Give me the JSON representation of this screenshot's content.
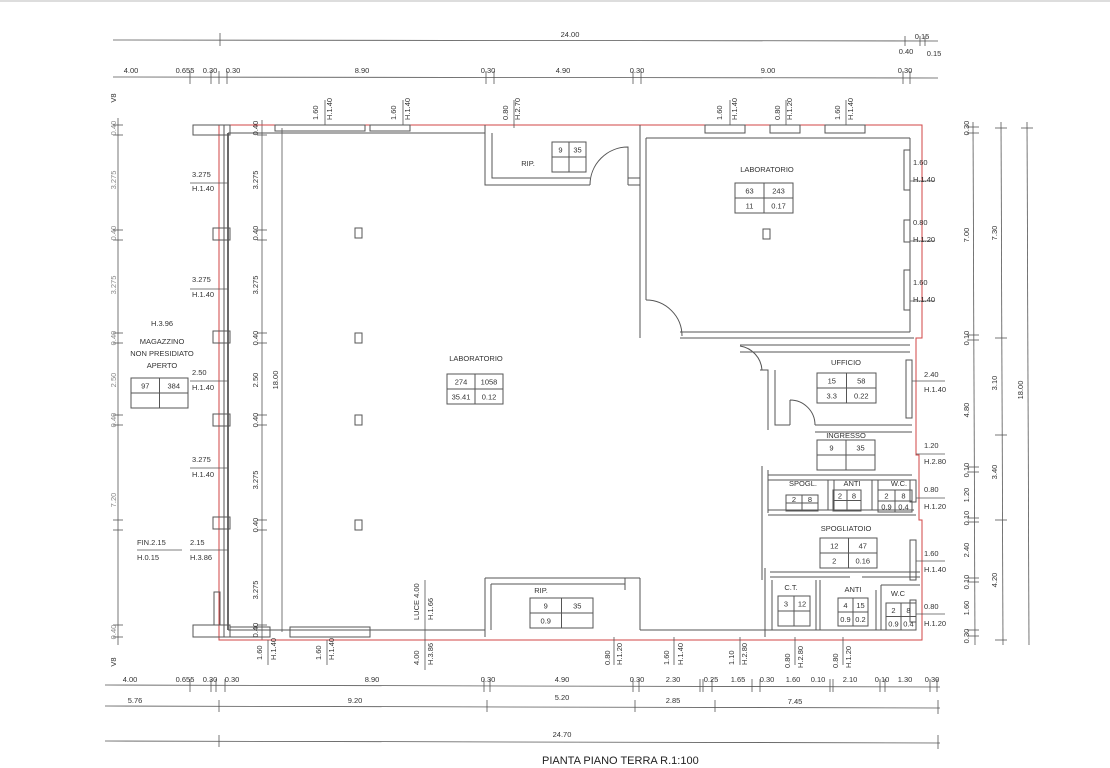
{
  "title": "PIANTA PIANO TERRA  R.1:100",
  "colors": {
    "outline": "#d04545",
    "walls": "#555555",
    "text": "#333333"
  },
  "dims": {
    "overall_top": "24.00",
    "top_right_small": [
      "0.15",
      "0.40",
      "0.15"
    ],
    "top_chain": [
      "4.00",
      "0.655",
      "0.30",
      "0.30",
      "8.90",
      "0.30",
      "4.90",
      "0.30",
      "9.00",
      "0.30"
    ],
    "bottom_chain": [
      "4.00",
      "0.655",
      "0.30",
      "0.30",
      "8.90",
      "0.30",
      "4.90",
      "0.30",
      "2.30",
      "0.25",
      "1.65",
      "0.30",
      "1.60",
      "0.10",
      "2.10",
      "0.10",
      "1.30",
      "0.30"
    ],
    "bottom_chain2": [
      "5.76",
      "9.20",
      "5.20",
      "2.85",
      "7.45"
    ],
    "overall_bottom": "24.70",
    "right_chain": [
      "0.30",
      "7.00",
      "0.10",
      "4.80",
      "0.10",
      "1.20",
      "0.10",
      "2.40",
      "0.10",
      "1.60",
      "0.30"
    ],
    "right_chain2": [
      "7.30",
      "3.10",
      "3.40",
      "4.20"
    ],
    "right_overall": "18.00",
    "left_inner_chain": [
      "0.40",
      "3.275",
      "0.40",
      "3.275",
      "0.40",
      "2.50",
      "0.40",
      "3.275",
      "0.40",
      "3.275",
      "0.40"
    ],
    "left_inner_overall": "18.00",
    "left_outer_chain": [
      "0.40",
      "3.275",
      "0.40",
      "3.275",
      "0.40",
      "2.50",
      "0.40",
      "7.20",
      "0.40"
    ],
    "axis_marks": [
      "V8",
      "V8"
    ]
  },
  "openings": {
    "top": [
      "1.60",
      "H.1.40",
      "1.60",
      "H.1.40",
      "0.80",
      "H.2.70",
      "1.60",
      "H.1.40",
      "0.80",
      "H.1.20",
      "1.60",
      "H.1.40"
    ],
    "bottom": [
      "1.60",
      "H.1.40",
      "1.60",
      "H.1.40",
      "4.00",
      "H.3.86",
      "LUCE 4.00",
      "H.1.66",
      "0.80",
      "H.1.20",
      "1.60",
      "H.1.40",
      "1.10",
      "H.2.80",
      "0.80",
      "H.2.80",
      "0.80",
      "H.1.20"
    ],
    "right": [
      "1.60",
      "H.1.40",
      "0.80",
      "H.1.20",
      "1.60",
      "H.1.40",
      "2.40",
      "H.1.40",
      "1.20",
      "H.2.80",
      "0.80",
      "H.1.20",
      "1.60",
      "H.1.40",
      "0.80",
      "H.1.20"
    ],
    "left": [
      "3.275",
      "H.1.40",
      "3.275",
      "H.1.40",
      "2.50",
      "H.1.40",
      "3.275",
      "H.1.40",
      "2.15",
      "H.3.86",
      "FIN.2.15",
      "H.0.15"
    ]
  },
  "magazzino": {
    "height": "H.3.96",
    "name_lines": [
      "MAGAZZINO",
      "NON PRESIDIATO",
      "APERTO"
    ]
  },
  "rooms": [
    {
      "id": "magazzino",
      "name": "",
      "cells": [
        "97",
        "384",
        "",
        ""
      ]
    },
    {
      "id": "lab_main",
      "name": "LABORATORIO",
      "cells": [
        "274",
        "1058",
        "35.41",
        "0.12"
      ]
    },
    {
      "id": "rip_top",
      "name": "RIP.",
      "cells": [
        "9",
        "35",
        "",
        ""
      ]
    },
    {
      "id": "lab_right",
      "name": "LABORATORIO",
      "cells": [
        "63",
        "243",
        "11",
        "0.17"
      ]
    },
    {
      "id": "ufficio",
      "name": "UFFICIO",
      "cells": [
        "15",
        "58",
        "3.3",
        "0.22"
      ]
    },
    {
      "id": "ingresso",
      "name": "INGRESSO",
      "cells": [
        "9",
        "35",
        "",
        ""
      ]
    },
    {
      "id": "spogl",
      "name": "SPOGL.",
      "cells": [
        "2",
        "8",
        "",
        ""
      ]
    },
    {
      "id": "anti1",
      "name": "ANTI",
      "cells": [
        "2",
        "8",
        "",
        ""
      ]
    },
    {
      "id": "wc1",
      "name": "W.C.",
      "cells": [
        "2",
        "8",
        "0.9",
        "0.4"
      ]
    },
    {
      "id": "spogliatoio",
      "name": "SPOGLIATOIO",
      "cells": [
        "12",
        "47",
        "2",
        "0.16"
      ]
    },
    {
      "id": "ct",
      "name": "C.T.",
      "cells": [
        "3",
        "12",
        "",
        ""
      ]
    },
    {
      "id": "anti2",
      "name": "ANTI",
      "cells": [
        "4",
        "15",
        "0.9",
        "0.2"
      ]
    },
    {
      "id": "wc2",
      "name": "W.C",
      "cells": [
        "2",
        "8",
        "0.9",
        "0.4"
      ]
    },
    {
      "id": "rip_bottom",
      "name": "RIP.",
      "cells": [
        "9",
        "35",
        "0.9",
        ""
      ]
    }
  ]
}
